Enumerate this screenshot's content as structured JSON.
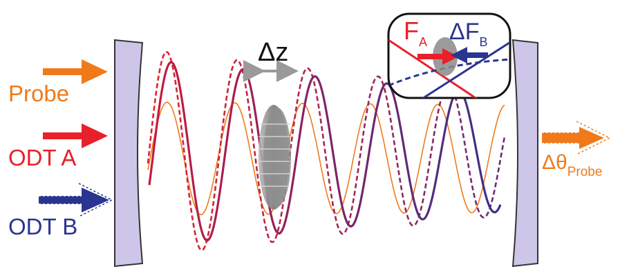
{
  "labels": {
    "probe": "Probe",
    "odt_a": "ODT A",
    "odt_b": "ODT B",
    "delta_z": "Δz",
    "delta_theta": "Δθ",
    "delta_theta_sub": "Probe",
    "force_a": "F",
    "force_a_sub": "A",
    "force_b": "ΔF",
    "force_b_sub": "B"
  },
  "colors": {
    "probe": "#f07a1a",
    "odt_a": "#e8202a",
    "odt_b": "#2a3590",
    "mirror_fill": "#cdc6e8",
    "mirror_stroke": "#333333",
    "atoms": "#8a8a8a"
  },
  "icons": {
    "left_mirror": "concave-mirror-icon",
    "right_mirror": "concave-mirror-icon",
    "atom_cloud": "atom-cloud-icon"
  }
}
